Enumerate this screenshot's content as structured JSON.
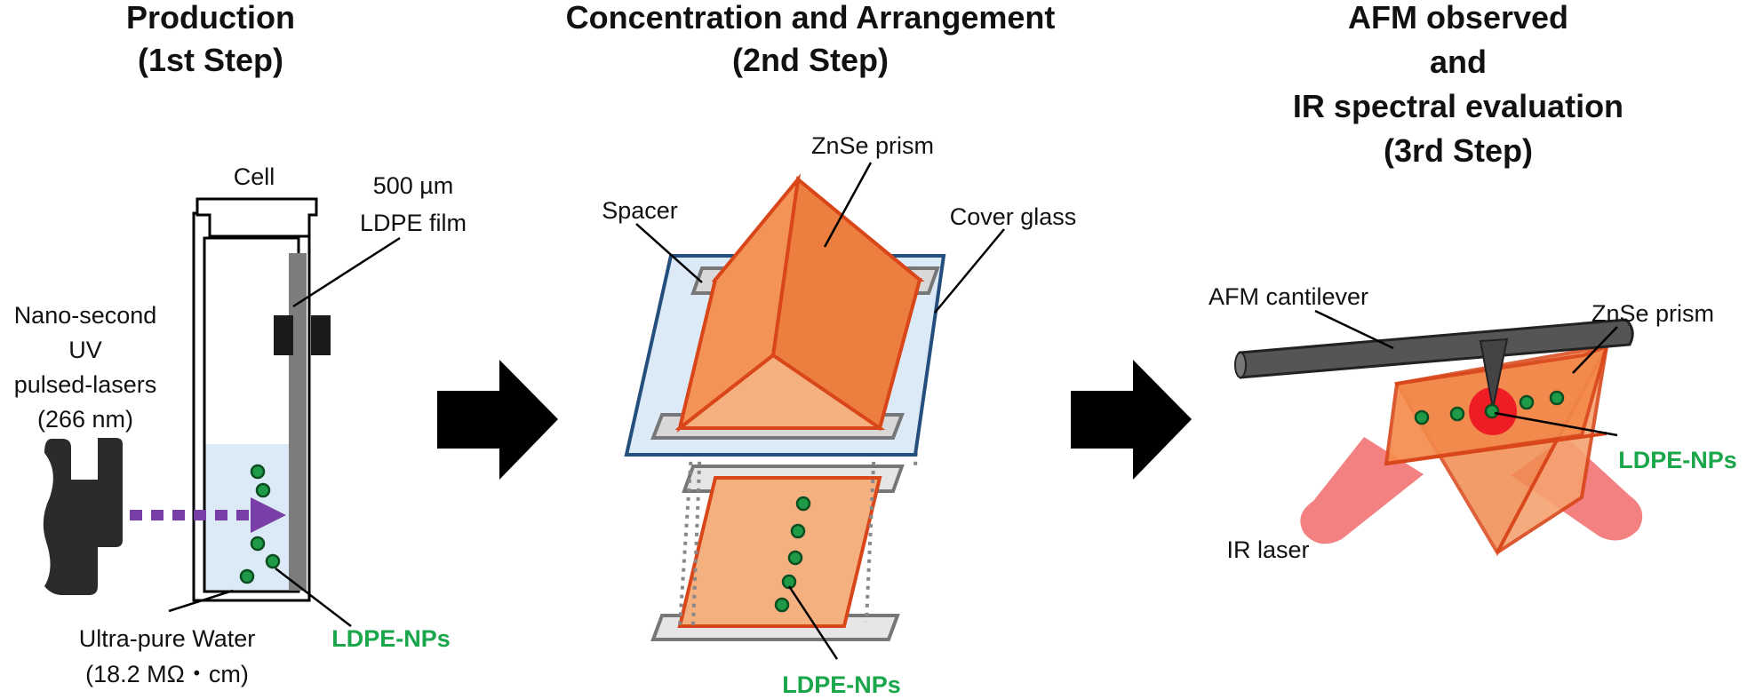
{
  "steps": {
    "step1": {
      "title_line1": "Production",
      "title_line2": "(1st Step)"
    },
    "step2": {
      "title_line1": "Concentration and Arrangement",
      "title_line2": "(2nd Step)"
    },
    "step3": {
      "title_line1": "AFM observed",
      "title_line2": "and",
      "title_line3": "IR spectral evaluation",
      "title_line4": "(3rd Step)"
    }
  },
  "labels": {
    "cell": "Cell",
    "film_line1": "500 µm",
    "film_line2": "LDPE film",
    "laser_line1": "Nano-second",
    "laser_line2": "UV",
    "laser_line3": "pulsed-lasers",
    "laser_line4": "(266 nm)",
    "water_line1": "Ultra-pure Water",
    "water_line2": "(18.2 MΩ・cm)",
    "nps_step1": "LDPE-NPs",
    "prism_step2": "ZnSe prism",
    "spacer": "Spacer",
    "cover_glass": "Cover glass",
    "nps_step2": "LDPE-NPs",
    "afm_cantilever": "AFM cantilever",
    "prism_step3": "ZnSe prism",
    "nps_step3": "LDPE-NPs",
    "ir_laser": "IR laser"
  },
  "colors": {
    "nanoparticle": "#1f9a49",
    "nanoparticle_label": "#1aa64a",
    "prism_fill": "#f28a4a",
    "prism_edge": "#d9461a",
    "water": "#dce9f6",
    "cover_glass": "#dce9f6",
    "cover_glass_edge": "#244f7d",
    "laser_beam": "#7a3fa6",
    "ir_laser": "#f26b6b",
    "hotspot": "#ee1c24",
    "arrow": "#000000"
  },
  "icons": [
    "uv-laser-icon",
    "process-arrow-icon",
    "afm-cantilever-icon"
  ]
}
